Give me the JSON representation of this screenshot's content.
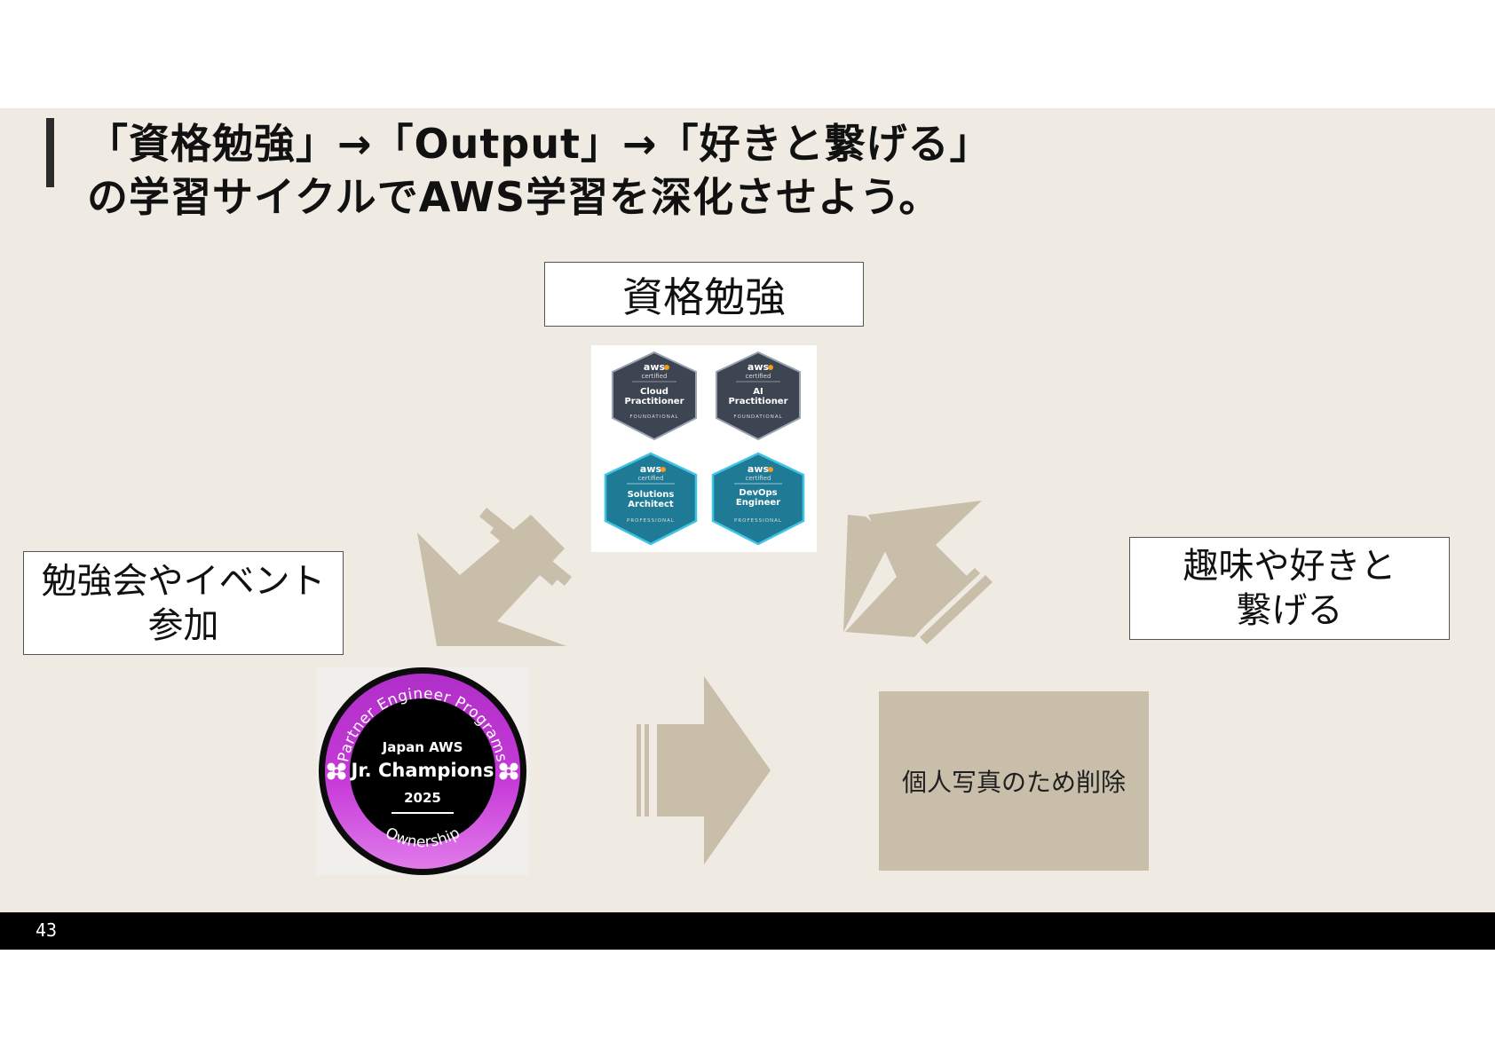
{
  "slide": {
    "title_line1": "「資格勉強」→「Output」→「好きと繋げる」",
    "title_line2": "の学習サイクルでAWS学習を深化させよう。",
    "page_number": "43"
  },
  "cycle": {
    "top_label": "資格勉強",
    "left_label_line1": "勉強会やイベント",
    "left_label_line2": "参加",
    "right_label_line1": "趣味や好きと",
    "right_label_line2": "繋げる",
    "photo_placeholder": "個人写真のため削除"
  },
  "certifications": [
    {
      "brand": "aws",
      "sub": "certified",
      "name1": "Cloud",
      "name2": "Practitioner",
      "level": "FOUNDATIONAL"
    },
    {
      "brand": "aws",
      "sub": "certified",
      "name1": "AI",
      "name2": "Practitioner",
      "level": "FOUNDATIONAL"
    },
    {
      "brand": "aws",
      "sub": "certified",
      "name1": "Solutions",
      "name2": "Architect",
      "level": "PROFESSIONAL"
    },
    {
      "brand": "aws",
      "sub": "certified",
      "name1": "DevOps",
      "name2": "Engineer",
      "level": "PROFESSIONAL"
    }
  ],
  "champion_badge": {
    "arc_top": "Partner Engineer Programs",
    "line1": "Japan AWS",
    "line2": "Jr. Champions",
    "year": "2025",
    "arc_bottom": "Ownership"
  },
  "colors": {
    "slide_bg": "#efebe3",
    "arrow": "#c8beaa",
    "foundational_badge": "#3d4452",
    "professional_badge": "#1f7b95",
    "champion_ring": "#c238d6"
  }
}
